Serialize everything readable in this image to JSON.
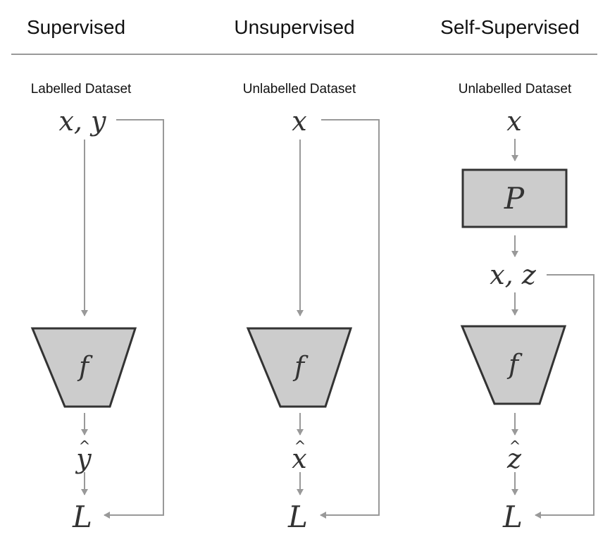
{
  "columns": [
    {
      "heading": "Supervised",
      "dataset_label": "Labelled Dataset",
      "input": "x, y",
      "model": "f",
      "prediction": "y",
      "loss": "L"
    },
    {
      "heading": "Unsupervised",
      "dataset_label": "Unlabelled Dataset",
      "input": "x",
      "model": "f",
      "prediction": "x",
      "loss": "L"
    },
    {
      "heading": "Self-Supervised",
      "dataset_label": "Unlabelled Dataset",
      "input": "x",
      "pretext": "P",
      "pretext_output": "x, z",
      "model": "f",
      "prediction": "z",
      "loss": "L"
    }
  ],
  "colors": {
    "shape_fill": "#cccccc",
    "shape_stroke": "#333333",
    "arrow": "#999999",
    "divider": "#999999"
  }
}
